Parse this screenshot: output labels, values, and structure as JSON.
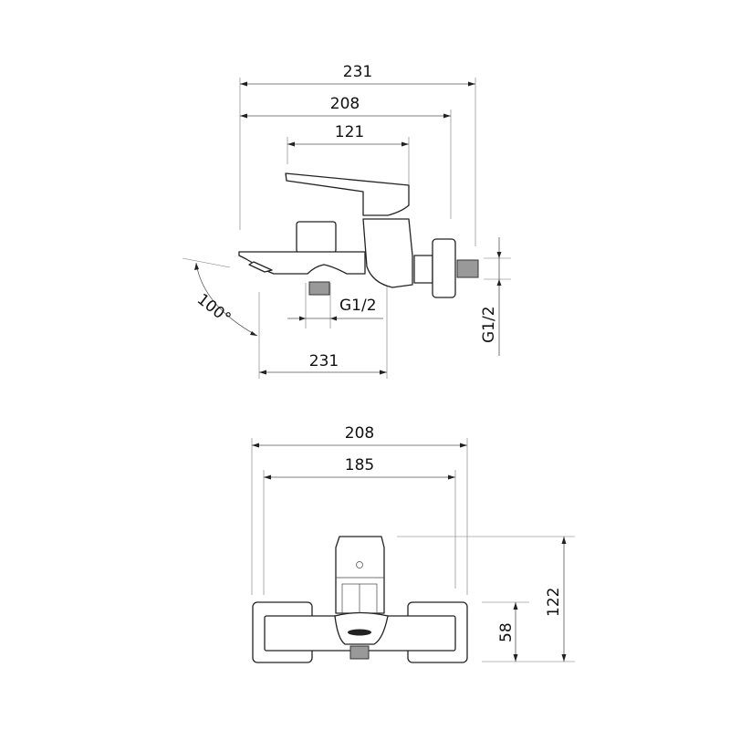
{
  "side_view": {
    "dim_overall": "231",
    "dim_body": "208",
    "dim_lever": "121",
    "dim_angle": "100°",
    "dim_outlet_thread": "G1/2",
    "dim_spout_projection": "231",
    "dim_inlet_thread": "G1/2"
  },
  "front_view": {
    "dim_width_outer": "208",
    "dim_width_inner": "185",
    "dim_height_plate": "58",
    "dim_height_total": "122"
  }
}
